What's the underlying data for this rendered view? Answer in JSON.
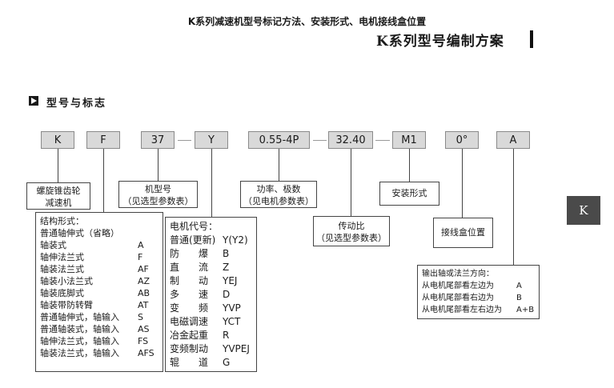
{
  "header": {
    "title": "K系列减速机型号标记方法、安装形式、电机接线盒位置",
    "subtitle": "K系列型号编制方案"
  },
  "section": {
    "icon": "play-square-icon",
    "title": "型号与标志"
  },
  "codes": [
    "K",
    "F",
    "37",
    "Y",
    "0.55-4P",
    "32.40",
    "M1",
    "0°",
    "A"
  ],
  "boxes": {
    "reducer": [
      "螺旋锥齿轮",
      "减速机"
    ],
    "frame": [
      "机型号",
      "（见选型参数表）"
    ],
    "power": [
      "功率、极数",
      "（见电机参数表）"
    ],
    "mount": "安装形式",
    "ratio": [
      "传动比",
      "（见选型参数表）"
    ],
    "terminal": "接线盒位置"
  },
  "structure": {
    "title": "结构形式：",
    "rows": [
      {
        "name": "普通轴伸式（省略）",
        "code": ""
      },
      {
        "name": "轴装式",
        "code": "A"
      },
      {
        "name": "轴伸法兰式",
        "code": "F"
      },
      {
        "name": "轴装法兰式",
        "code": "AF"
      },
      {
        "name": "轴装小法兰式",
        "code": "AZ"
      },
      {
        "name": "轴装底脚式",
        "code": "AB"
      },
      {
        "name": "轴装带防转臂",
        "code": "AT"
      },
      {
        "name": "普通轴伸式，轴输入",
        "code": "S"
      },
      {
        "name": "普通轴装式，轴输入",
        "code": "AS"
      },
      {
        "name": "轴伸法兰式，轴输入",
        "code": "FS"
      },
      {
        "name": "轴装法兰式，轴输入",
        "code": "AFS"
      }
    ]
  },
  "motor": {
    "title": "电机代号：",
    "rows": [
      {
        "name": "普通(更新)",
        "code": "Y(Y2)"
      },
      {
        "name": "防　　爆",
        "code": "B"
      },
      {
        "name": "直　　流",
        "code": "Z"
      },
      {
        "name": "制　　动",
        "code": "YEJ"
      },
      {
        "name": "多　　速",
        "code": "D"
      },
      {
        "name": "变　　频",
        "code": "YVP"
      },
      {
        "name": "电磁调速",
        "code": "YCT"
      },
      {
        "name": "冶金起重",
        "code": "R"
      },
      {
        "name": "变频制动",
        "code": "YVPEJ"
      },
      {
        "name": "辊　　道",
        "code": "G"
      }
    ]
  },
  "output": {
    "title": "输出轴或法兰方向：",
    "rows": [
      {
        "name": "从电机尾部看左边为",
        "code": "A"
      },
      {
        "name": "从电机尾部看右边为",
        "code": "B"
      },
      {
        "name": "从电机尾部看左右边为",
        "code": "A+B"
      }
    ]
  },
  "side_tab": "K"
}
